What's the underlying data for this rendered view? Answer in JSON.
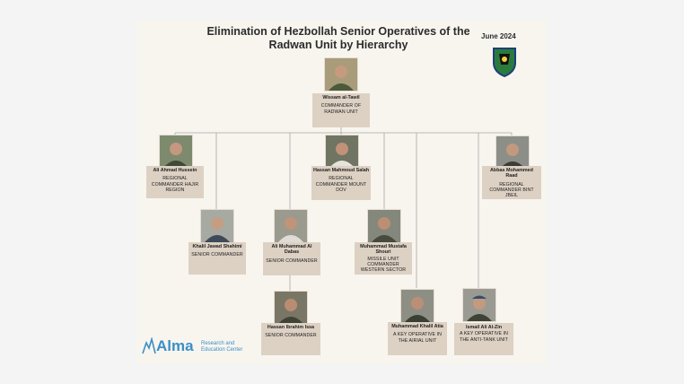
{
  "header": {
    "title": "Elimination of Hezbollah Senior Operatives of the Radwan Unit by Hierarchy",
    "date": "June 2024"
  },
  "nodes": {
    "wissam": {
      "name": "Wissam al-Tawil",
      "role": "COMMANDER OF RADWAN UNIT"
    },
    "ali_hussein": {
      "name": "Ali Ahmad Hussein",
      "role": "REGIONAL COMMANDER HAJIR REGION"
    },
    "hassan_salah": {
      "name": "Hassan Mahmoud Salah",
      "role": "REGIONAL COMMANDER MOUNT DOV"
    },
    "abbas_raad": {
      "name": "Abbas Mohammed Raad",
      "role": "REGIONAL COMMANDER BINT JBEIL"
    },
    "khalil_shahimi": {
      "name": "Khalil Jawad Shahimi",
      "role": "SENIOR COMMANDER"
    },
    "ali_dabas": {
      "name": "Ali Muhammad Al Dabas",
      "role": "SENIOR COMMANDER"
    },
    "muhammad_shouri": {
      "name": "Muhammad Mustafa Shouri",
      "role": "MISSILE UNIT COMMANDER WESTERN SECTOR"
    },
    "hassan_issa": {
      "name": "Hassan Ibrahim Issa",
      "role": "SENIOR COMMANDER"
    },
    "muhammad_atia": {
      "name": "Muhammad Khalil Atia",
      "role": "A KEY OPERATIVE IN THE AIRIAL UNIT"
    },
    "ismail_zin": {
      "name": "Ismail Ali Al-Zin",
      "role": "A KEY OPERATIVE IN THE ANTI-TANK UNIT"
    }
  },
  "logo": {
    "word": "Alma",
    "line1": "Research and",
    "line2": "Education Center"
  },
  "colors": {
    "card_bg": "#f8f5ef",
    "node_bg": "#ddd1c3",
    "line": "#a6a6a6",
    "logo": "#3a8fc7"
  }
}
